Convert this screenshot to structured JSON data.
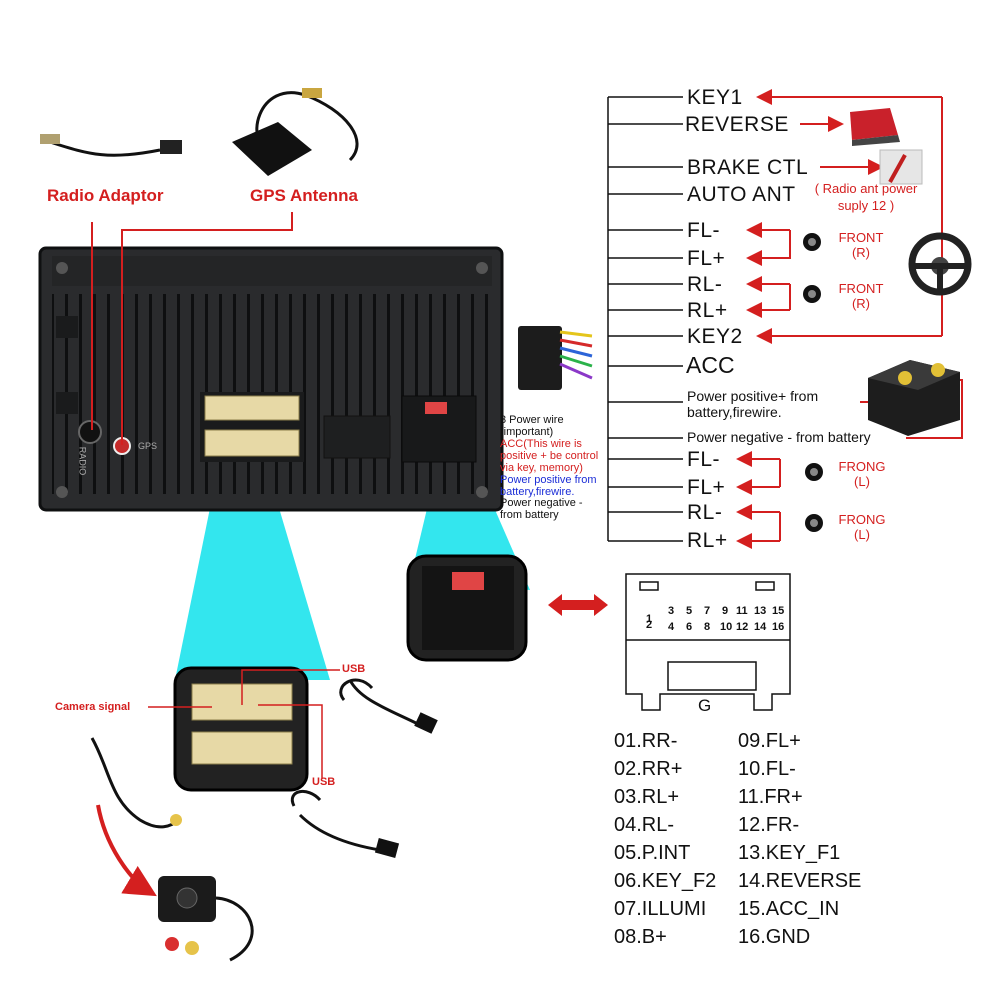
{
  "top_labels": {
    "radio_adaptor": "Radio Adaptor",
    "gps_antenna": "GPS Antenna"
  },
  "unit_markings": {
    "radio_port": "RADIO",
    "gps_port": "GPS"
  },
  "wire_labels": [
    "KEY1",
    "REVERSE",
    "BRAKE CTL",
    "AUTO ANT",
    "FL-",
    "FL+",
    "RL-",
    "RL+",
    "KEY2",
    "ACC",
    "Power positive+ from battery,firewire.",
    "Power negative - from battery",
    "FL-",
    "FL+",
    "RL-",
    "RL+"
  ],
  "side_notes": {
    "auto_ant": "( Radio ant power suply 12 )",
    "front_r_1": "FRONT (R)",
    "front_r_2": "FRONT (R)",
    "frong_l_1": "FRONG (L)",
    "frong_l_2": "FRONG (L)"
  },
  "power_note": {
    "line1": "3 Power wire (important)",
    "line2": "ACC(This wire is positive + be control via key,  memory)",
    "line3": "Power positive from battery,firewire.",
    "line4": "Power negative - from battery"
  },
  "callouts": {
    "camera": "Camera signal",
    "usb_top": "USB",
    "usb_bottom": "USB"
  },
  "connector": {
    "pins_top": [
      "1",
      "3",
      "5",
      "7",
      "9",
      "11",
      "13",
      "15"
    ],
    "pins_bottom": [
      "2",
      "4",
      "6",
      "8",
      "10",
      "12",
      "14",
      "16"
    ],
    "ground": "G"
  },
  "pinout_left": [
    "01.RR-",
    "02.RR+",
    "03.RL+",
    "04.RL-",
    "05.P.INT",
    "06.KEY_F2",
    "07.ILLUMI",
    "08.B+"
  ],
  "pinout_right": [
    "09.FL+",
    "10.FL-",
    "11.FR+",
    "12.FR-",
    "13.KEY_F1",
    "14.REVERSE",
    "15.ACC_IN",
    "16.GND"
  ],
  "colors": {
    "accent_red": "#d41f1f",
    "cyan": "#1de3ec",
    "unit": "#2a2b2d",
    "note_blue": "#1b2dd6"
  }
}
